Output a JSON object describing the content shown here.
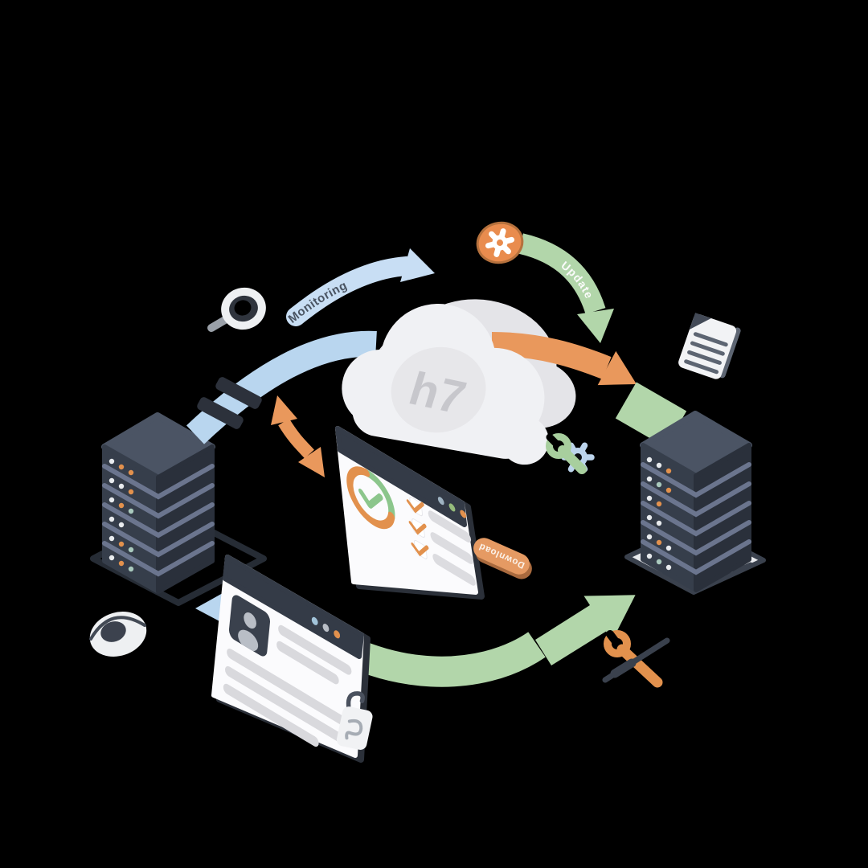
{
  "scene": {
    "background": "#000000",
    "description": "Isometric cloud infrastructure illustration: two server towers exchange data with a central h7 cloud via monitoring, update and download flows"
  },
  "cloud": {
    "logo": "h7"
  },
  "labels": {
    "monitoring": "Monitoring",
    "update": "Update",
    "download": "Download"
  },
  "colors": {
    "arrow_blue": "#b9d6ef",
    "arrow_blue_light": "#c8def4",
    "arrow_green": "#b2d6aa",
    "arrow_orange": "#e9985c",
    "pill_orange": "#e59a63",
    "badge_orange": "#e98c4e",
    "server_face_left": "#363e4b",
    "server_face_right": "#2a303b",
    "server_top": "#4b5464",
    "server_stripe": "#6b758e",
    "led_white": "#e8ebee",
    "led_orange": "#e2914d",
    "led_teal": "#a9c9bd",
    "window_header": "#343b47",
    "window_body": "#fbfbfd",
    "ring_green": "#8cc68c",
    "ring_orange": "#e2914d",
    "cloud_front": "#f0f1f4",
    "cloud_back": "#e4e4e8",
    "cloud_logo_gray": "#c7c7cc"
  },
  "icons": [
    "magnifier-icon",
    "eye-icon",
    "gear-badge-icon",
    "document-icon",
    "wrench-gear-icon",
    "wrench-screwdriver-icon",
    "lock-icon"
  ]
}
